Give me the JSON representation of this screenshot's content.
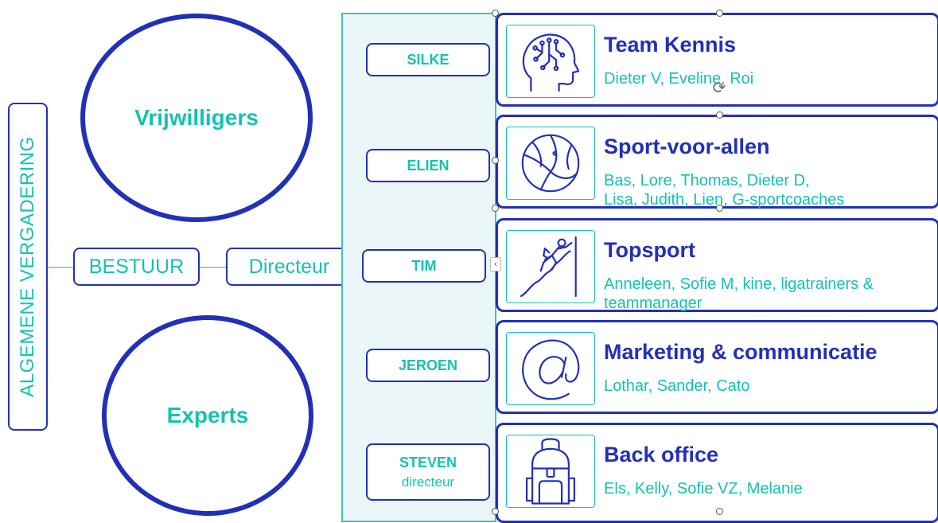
{
  "general_assembly": {
    "label": "ALGEMENE VERGADERING"
  },
  "circles": {
    "volunteers": "Vrijwilligers",
    "experts": "Experts"
  },
  "board": {
    "label": "BESTUUR"
  },
  "director": {
    "label": "Directeur"
  },
  "people": [
    {
      "name": "SILKE",
      "role": ""
    },
    {
      "name": "ELIEN",
      "role": ""
    },
    {
      "name": "TIM",
      "role": ""
    },
    {
      "name": "JEROEN",
      "role": ""
    },
    {
      "name": "STEVEN",
      "role": "directeur"
    }
  ],
  "teams": [
    {
      "title": "Team Kennis",
      "members": "Dieter V, Eveline, Roi",
      "icon": "brain-head-icon"
    },
    {
      "title": "Sport-voor-allen",
      "members": "Bas, Lore, Thomas, Dieter D,\nLisa, Judith, Lien, G-sportcoaches",
      "icon": "ball-icon"
    },
    {
      "title": "Topsport",
      "members": "Anneleen, Sofie M, kine, ligatrainers &\nteammanager",
      "icon": "climber-icon"
    },
    {
      "title": "Marketing & communicatie",
      "members": "Lothar, Sander, Cato",
      "icon": "at-sign-icon"
    },
    {
      "title": "Back office",
      "members": "Els, Kelly, Sofie VZ, Melanie",
      "icon": "backpack-icon"
    }
  ],
  "colors": {
    "primary_blue": "#2230b8",
    "accent_teal": "#13c3b0",
    "panel_bg": "#eaf6f8"
  }
}
